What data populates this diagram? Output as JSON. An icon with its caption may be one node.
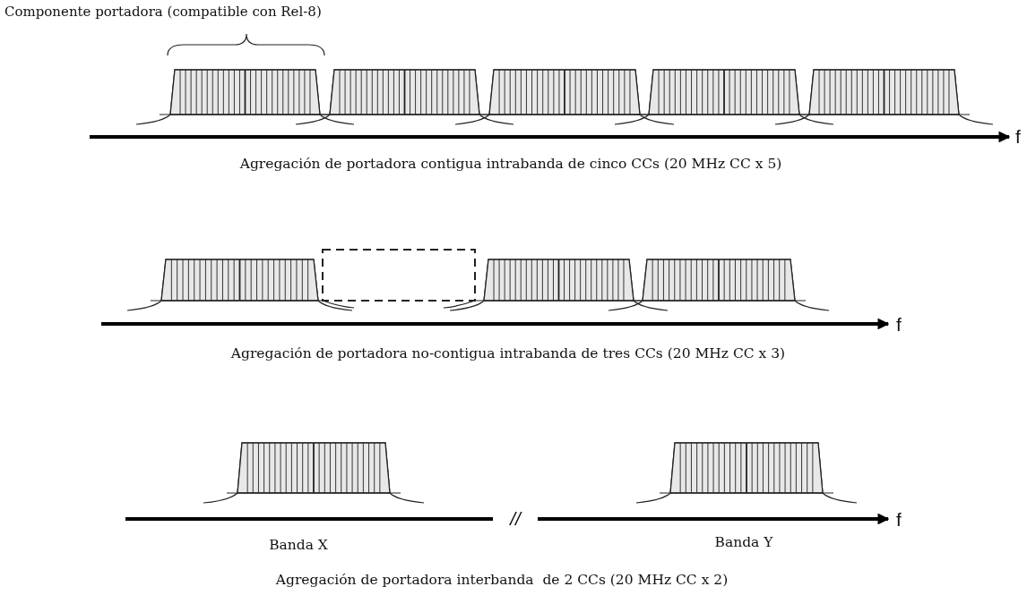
{
  "diagram": {
    "labels": [
      "Componente portadora (compatible con Rel-8)",
      "f",
      "Agregación de portadora contigua intrabanda de cinco CCs (20 MHz CC x 5)",
      "f",
      "Agregación de portadora no-contigua intrabanda de tres CCs (20 MHz CC x 3)",
      "//",
      "f",
      "Banda X",
      "Banda Y",
      "Agregación de portadora interbanda  de 2 CCs (20 MHz CC x 2)"
    ]
  }
}
